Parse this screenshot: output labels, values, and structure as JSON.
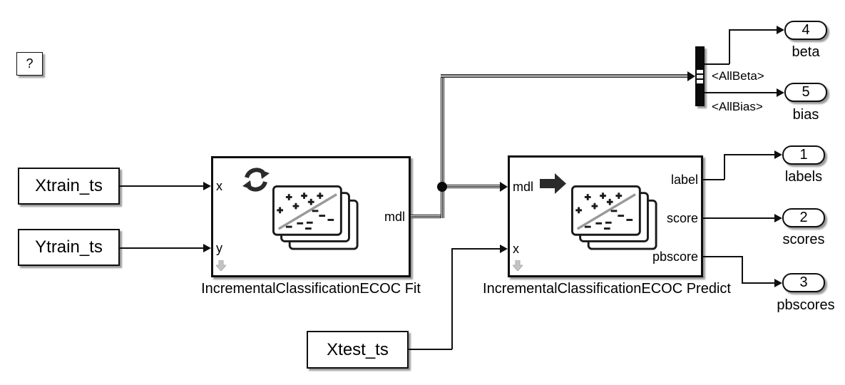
{
  "diagram": {
    "background": "#ffffff",
    "wire_color": "#0f0f0f",
    "block_border_color": "#0f0f0f",
    "icon_color": "#2b2b2b",
    "decision_line_color": "#999999",
    "muted_icon_color": "#c4c4c4"
  },
  "unknown_block": {
    "label": "?"
  },
  "source_blocks": {
    "xtrain": {
      "label": "Xtrain_ts"
    },
    "ytrain": {
      "label": "Ytrain_ts"
    },
    "xtest": {
      "label": "Xtest_ts"
    }
  },
  "fit_block": {
    "caption": "IncrementalClassificationECOC Fit",
    "inputs": [
      "x",
      "y"
    ],
    "output": "mdl",
    "icons": [
      "refresh-icon",
      "classification-cards-icon",
      "down-arrow-icon"
    ]
  },
  "predict_block": {
    "caption": "IncrementalClassificationECOC Predict",
    "inputs": [
      "mdl",
      "x"
    ],
    "outputs": [
      "label",
      "score",
      "pbscore"
    ],
    "icons": [
      "arrow-right-icon",
      "classification-cards-icon",
      "down-arrow-icon"
    ]
  },
  "bus_selector": {
    "signal_labels": [
      "<AllBeta>",
      "<AllBias>"
    ]
  },
  "outports": [
    {
      "number": "1",
      "label": "labels"
    },
    {
      "number": "2",
      "label": "scores"
    },
    {
      "number": "3",
      "label": "pbscores"
    },
    {
      "number": "4",
      "label": "beta"
    },
    {
      "number": "5",
      "label": "bias"
    }
  ]
}
